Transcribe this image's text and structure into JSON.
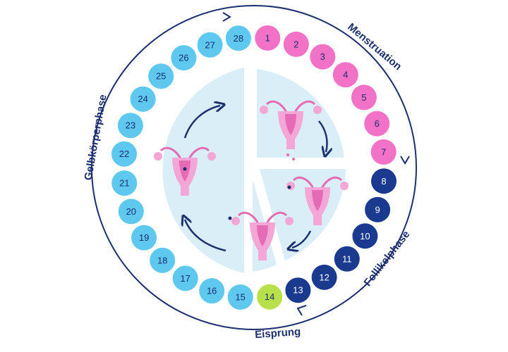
{
  "phases": {
    "menstruation": "Menstruation",
    "follicular": "Follikelphase",
    "ovulation": "Eisprung",
    "luteal": "Gelbkörperphase"
  },
  "days": [
    "1",
    "2",
    "3",
    "4",
    "5",
    "6",
    "7",
    "8",
    "9",
    "10",
    "11",
    "12",
    "13",
    "14",
    "15",
    "16",
    "17",
    "18",
    "19",
    "20",
    "21",
    "22",
    "23",
    "24",
    "25",
    "26",
    "27",
    "28"
  ],
  "colors": {
    "menstruation": "#f272c8",
    "follicular": "#1a3a8f",
    "ovulation": "#b8e04a",
    "luteal": "#5ec8ef",
    "ring": "#1c2f6e",
    "inner_panel": "#d9eef7",
    "uterus": "#f4a6d6",
    "uterus_dark": "#e56bb5",
    "arrow": "#1c2f6e"
  },
  "icons": {
    "uterus_top": "uterus-menstruating-icon",
    "uterus_right": "uterus-follicle-icon",
    "uterus_bottom": "uterus-ovulation-icon",
    "uterus_left": "uterus-luteal-icon"
  }
}
